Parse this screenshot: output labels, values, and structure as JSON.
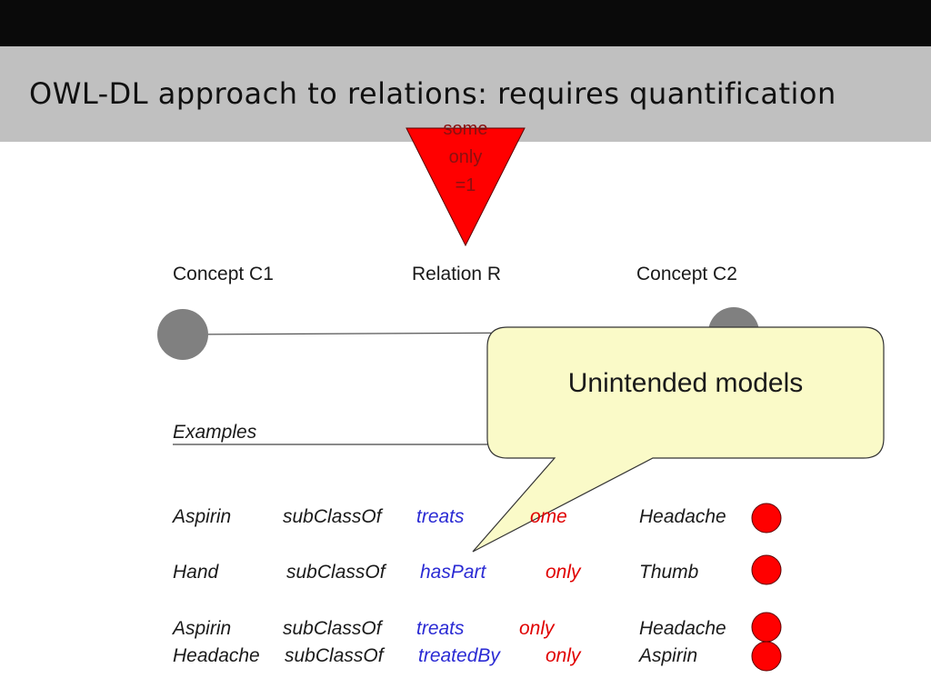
{
  "slide": {
    "title": "OWL-DL approach to relations: requires quantification"
  },
  "triangle": {
    "lines": [
      "some",
      "only",
      "=1"
    ],
    "color": "#ff0000"
  },
  "diagram": {
    "concept1": "Concept C1",
    "relation": "Relation R",
    "concept2": "Concept C2",
    "node_color": "#808080"
  },
  "examples": {
    "heading": "Examples",
    "rows": [
      {
        "subject": "Aspirin",
        "pred": "subClassOf",
        "relation": "treats",
        "quantifier": "ome",
        "object": "Headache"
      },
      {
        "subject": "Hand",
        "pred": "subClassOf",
        "relation": "hasPart",
        "quantifier": "only",
        "object": "Thumb"
      },
      {
        "subject": "Aspirin",
        "pred": "subClassOf",
        "relation": "treats",
        "quantifier": "only",
        "object": "Headache"
      },
      {
        "subject": "Headache",
        "pred": "subClassOf",
        "relation": "treatedBy",
        "quantifier": "only",
        "object": "Aspirin"
      }
    ],
    "marker_color": "#ff0000"
  },
  "callout": {
    "text": "Unintended models",
    "fill": "#fafac8"
  }
}
